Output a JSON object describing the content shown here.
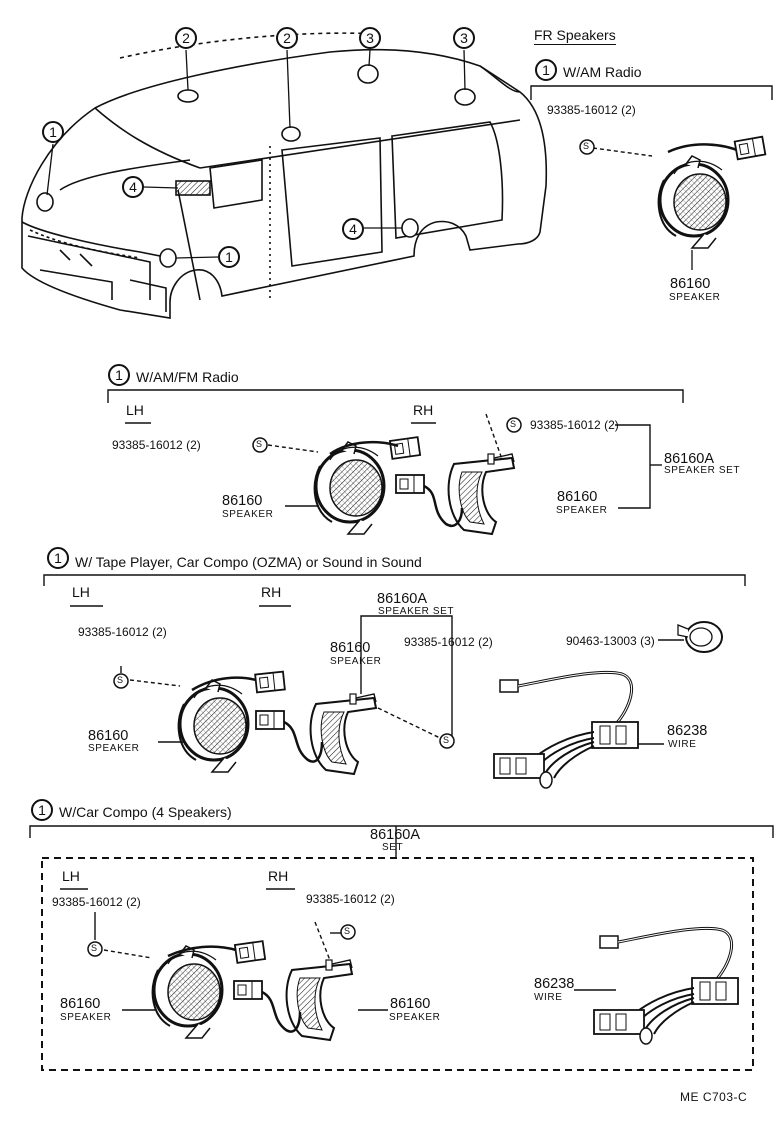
{
  "fr_speakers": {
    "title": "FR Speakers",
    "callout": "1",
    "variant": "W/AM Radio",
    "screw_part": "93385-16012 (2)",
    "screw_mark": "S",
    "speaker_part": "86160",
    "speaker_label": "SPEAKER"
  },
  "van_callouts": {
    "roof_left": "2",
    "roof_mid": "2",
    "roof_right1": "3",
    "roof_right2": "3",
    "front_left": "1",
    "front_right": "1",
    "dash_left": "4",
    "door_side": "4"
  },
  "section_amfm": {
    "callout": "1",
    "title": "W/AM/FM Radio",
    "lh": "LH",
    "rh": "RH",
    "lh_screw": "93385-16012 (2)",
    "rh_screw": "93385-16012 (2)",
    "screw_mark": "S",
    "set_part": "86160A",
    "set_label": "SPEAKER  SET",
    "lh_speaker_part": "86160",
    "lh_speaker_label": "SPEAKER",
    "rh_speaker_part": "86160",
    "rh_speaker_label": "SPEAKER"
  },
  "section_tape": {
    "callout": "1",
    "title": "W/ Tape Player, Car Compo (OZMA) or Sound in Sound",
    "lh": "LH",
    "rh": "RH",
    "set_part": "86160A",
    "set_label": "SPEAKER SET",
    "lh_screw": "93385-16012 (2)",
    "rh_screw": "93385-16012 (2)",
    "screw_mark": "S",
    "clamp_part": "90463-13003 (3)",
    "lh_speaker_part": "86160",
    "lh_speaker_label": "SPEAKER",
    "rh_speaker_part": "86160",
    "rh_speaker_label": "SPEAKER",
    "wire_part": "86238",
    "wire_label": "WIRE"
  },
  "section_compo4": {
    "callout": "1",
    "title": "W/Car Compo (4 Speakers)",
    "set_part": "86160A",
    "set_label": "SET",
    "lh": "LH",
    "rh": "RH",
    "lh_screw": "93385-16012 (2)",
    "rh_screw": "93385-16012 (2)",
    "screw_mark": "S",
    "lh_speaker_part": "86160",
    "lh_speaker_label": "SPEAKER",
    "rh_speaker_part": "86160",
    "rh_speaker_label": "SPEAKER",
    "wire_part": "86238",
    "wire_label": "WIRE"
  },
  "footer": {
    "code": "ME  C703-C"
  }
}
